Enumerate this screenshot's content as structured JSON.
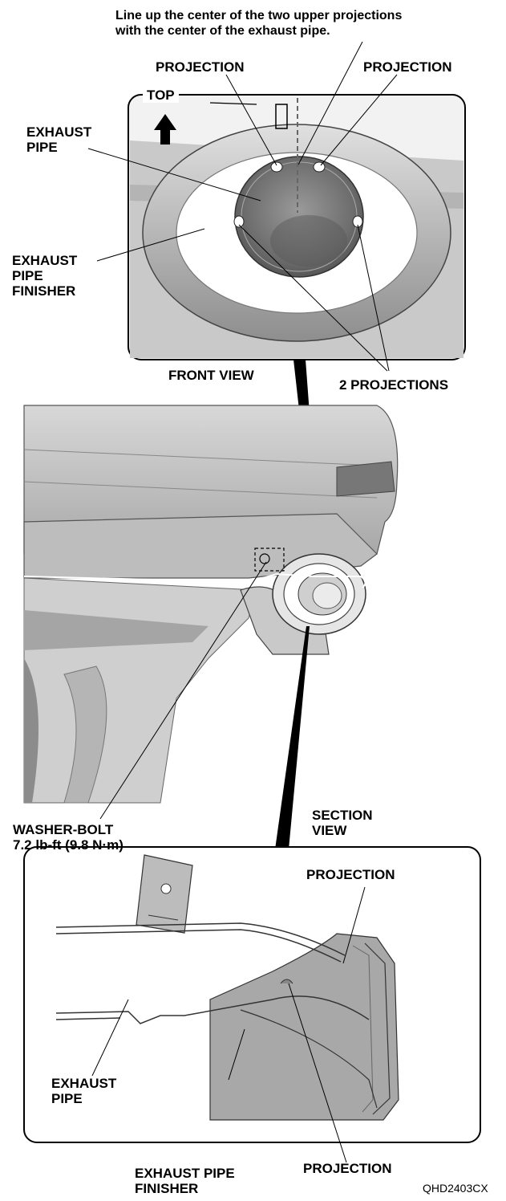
{
  "instruction": "Line up the center of the two upper projections\nwith the center of the exhaust pipe.",
  "front_view": {
    "caption": "FRONT VIEW",
    "top_label": "TOP",
    "projection_left": "PROJECTION",
    "projection_right": "PROJECTION",
    "exhaust_pipe": "EXHAUST\nPIPE",
    "exhaust_pipe_finisher": "EXHAUST\nPIPE\nFINISHER",
    "two_projections": "2 PROJECTIONS"
  },
  "bumper_view": {
    "washer_bolt": "WASHER-BOLT\n7.2 lb-ft (9.8 N·m)"
  },
  "section_view": {
    "caption": "SECTION\nVIEW",
    "projection_top": "PROJECTION",
    "projection_bottom": "PROJECTION",
    "exhaust_pipe": "EXHAUST\nPIPE",
    "exhaust_pipe_finisher": "EXHAUST PIPE\nFINISHER"
  },
  "figure_code": "QHD2403CX"
}
